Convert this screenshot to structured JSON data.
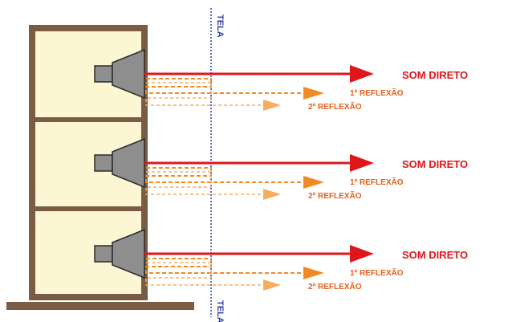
{
  "screen": {
    "label_top": "TELA",
    "label_bottom": "TELA"
  },
  "speakers": [
    {
      "direct_label": "SOM DIRETO",
      "reflection1_label": "1ª REFLEXÃO",
      "reflection2_label": "2ª REFLEXÃO"
    },
    {
      "direct_label": "SOM DIRETO",
      "reflection1_label": "1ª REFLEXÃO",
      "reflection2_label": "2ª REFLEXÃO"
    },
    {
      "direct_label": "SOM DIRETO",
      "reflection1_label": "1ª REFLEXÃO",
      "reflection2_label": "2ª REFLEXÃO"
    }
  ],
  "colors": {
    "cabinet_frame": "#7a5c45",
    "cabinet_fill": "#fdf6d3",
    "speaker_fill": "#8e8e8e",
    "speaker_stroke": "#2b2b2b",
    "direct": "#e0161b",
    "reflection1": "#f08a22",
    "reflection2": "#f5ad5e",
    "screen_line": "#2a3fa8",
    "label_direct": "#e0161b",
    "label_reflection": "#e5601b"
  }
}
